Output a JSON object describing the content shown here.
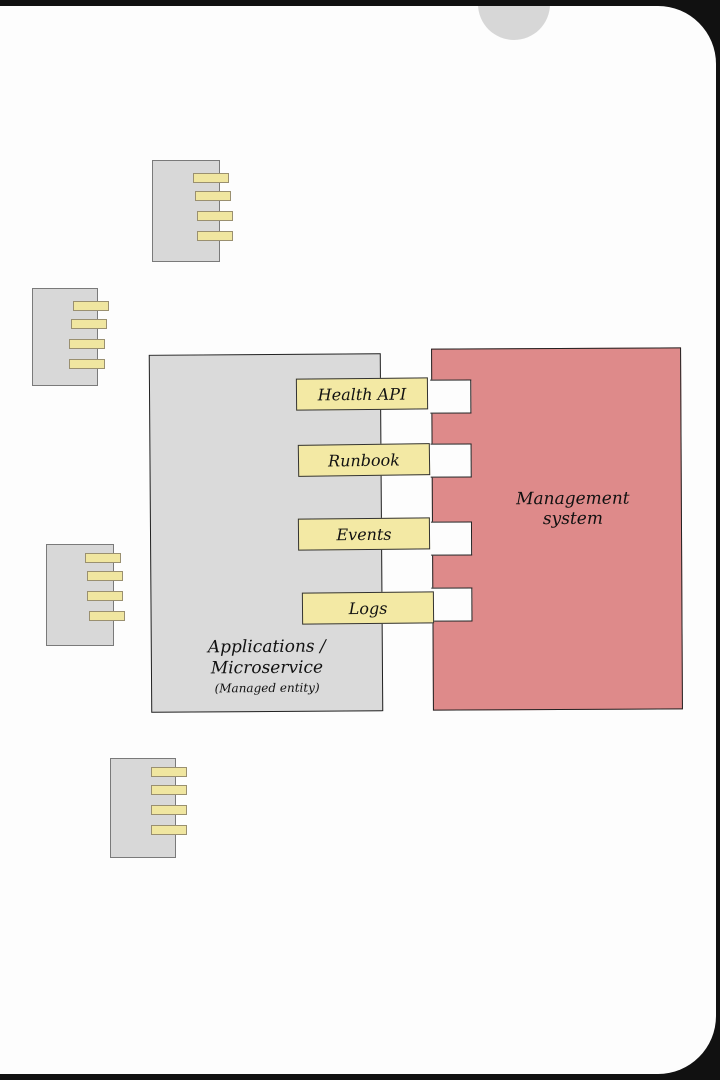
{
  "diagram": {
    "interfaces": [
      "Health API",
      "Runbook",
      "Events",
      "Logs"
    ],
    "application": {
      "title_line1": "Applications /",
      "title_line2": "Microservice",
      "subtitle": "(Managed entity)"
    },
    "management": {
      "line1": "Management",
      "line2": "system"
    },
    "colors": {
      "management_fill": "#de8a8a",
      "application_fill": "#dadada",
      "interface_fill": "#f3e9a4"
    }
  }
}
